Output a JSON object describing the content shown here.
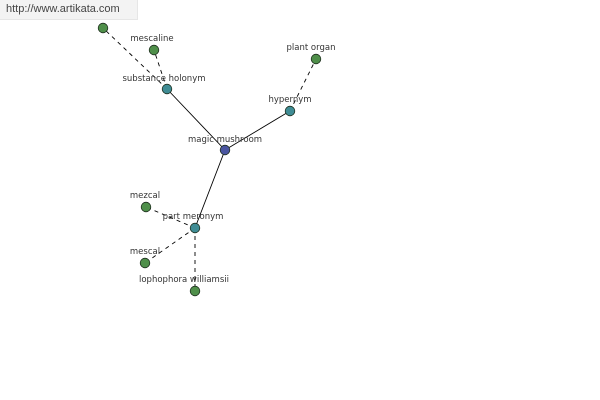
{
  "header": {
    "url": "http://www.artikata.com"
  },
  "graph": {
    "colors": {
      "center_node": "#4a55a0",
      "relation_node": "#3f8c94",
      "leaf_node": "#4f8f4a",
      "node_stroke": "#1f2f1f",
      "edge": "#000000"
    },
    "nodes": [
      {
        "id": "magic-mushroom",
        "label": "magic mushroom",
        "kind": "center"
      },
      {
        "id": "substance-holonym",
        "label": "substance holonym",
        "kind": "relation"
      },
      {
        "id": "hypernym",
        "label": "hypernym",
        "kind": "relation"
      },
      {
        "id": "part-meronym",
        "label": "part meronym",
        "kind": "relation"
      },
      {
        "id": "mescaline",
        "label": "mescaline",
        "kind": "leaf"
      },
      {
        "id": "unlabeled-leaf",
        "label": "",
        "kind": "leaf"
      },
      {
        "id": "plant-organ",
        "label": "plant organ",
        "kind": "leaf"
      },
      {
        "id": "mezcal-1",
        "label": "mezcal",
        "kind": "leaf"
      },
      {
        "id": "mescal",
        "label": "mescal",
        "kind": "leaf"
      },
      {
        "id": "lophophora-williamsii",
        "label": "lophophora williamsii",
        "kind": "leaf"
      }
    ],
    "edges": [
      {
        "from": "magic-mushroom",
        "to": "substance-holonym",
        "style": "solid"
      },
      {
        "from": "magic-mushroom",
        "to": "hypernym",
        "style": "solid"
      },
      {
        "from": "magic-mushroom",
        "to": "part-meronym",
        "style": "solid"
      },
      {
        "from": "substance-holonym",
        "to": "mescaline",
        "style": "dashed"
      },
      {
        "from": "substance-holonym",
        "to": "unlabeled-leaf",
        "style": "dashed"
      },
      {
        "from": "hypernym",
        "to": "plant-organ",
        "style": "dashed"
      },
      {
        "from": "part-meronym",
        "to": "mezcal-1",
        "style": "dashed"
      },
      {
        "from": "part-meronym",
        "to": "mescal",
        "style": "dashed"
      },
      {
        "from": "part-meronym",
        "to": "lophophora-williamsii",
        "style": "dashed"
      }
    ]
  }
}
